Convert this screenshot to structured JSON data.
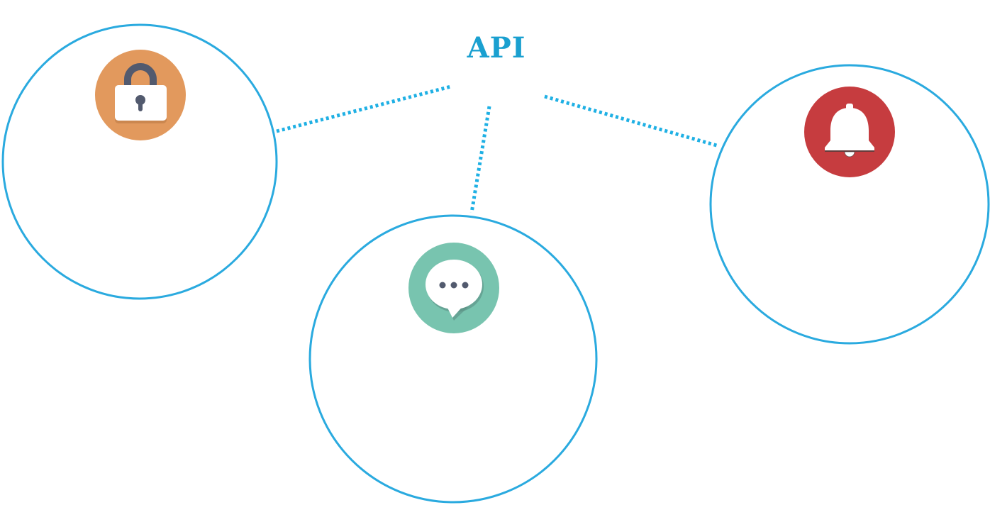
{
  "title": "API",
  "colors": {
    "accent": "#2aaadf",
    "connector": "#1fb0e4",
    "title": "#1aa0d0",
    "lock_bg": "#e2995d",
    "chat_bg": "#78c4af",
    "bell_bg": "#c63c3f",
    "icon_dark": "#525a6e",
    "icon_white": "#ffffff"
  },
  "nodes": [
    {
      "id": "security",
      "icon": "lock-icon"
    },
    {
      "id": "messaging",
      "icon": "chat-bubble-icon"
    },
    {
      "id": "notifications",
      "icon": "bell-icon"
    }
  ]
}
